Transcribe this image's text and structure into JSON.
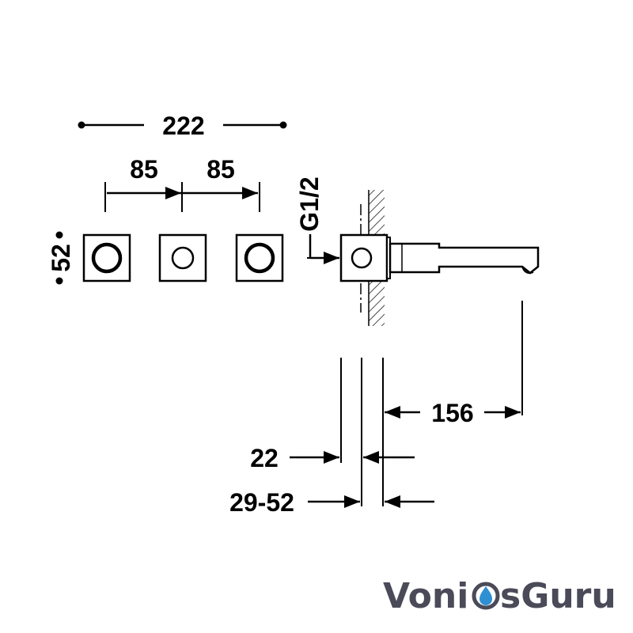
{
  "diagram": {
    "dimensions": {
      "total_width": "222",
      "spacing_left": "85",
      "spacing_right": "85",
      "plate_size": "52",
      "thread": "G1/2",
      "spout_length": "156",
      "wall_min": "22",
      "wall_range": "29-52"
    }
  },
  "logo": {
    "part1": "Voni",
    "part2": "s",
    "part3": "Guru",
    "colors": {
      "text": "#4a4a58",
      "drop": "#2f8fd3"
    }
  },
  "colors": {
    "line": "#000000",
    "background": "#ffffff"
  }
}
